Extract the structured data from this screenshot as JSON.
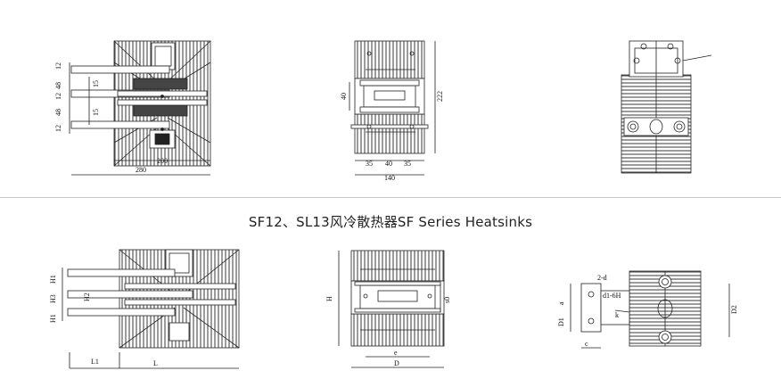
{
  "caption": "SF12、SL13风冷散热器SF Series Heatsinks",
  "top": {
    "front": {
      "dims": [
        "12",
        "48",
        "12",
        "48",
        "12",
        "15",
        "15",
        "200",
        "280"
      ]
    },
    "side": {
      "dims": [
        "40",
        "222",
        "35",
        "40",
        "35",
        "140"
      ]
    }
  },
  "bottom": {
    "front": {
      "dims": [
        "H1",
        "H3",
        "H1",
        "H2",
        "L1",
        "L"
      ]
    },
    "side": {
      "dims": [
        "H",
        "s0",
        "e",
        "D"
      ]
    },
    "top": {
      "dims": [
        "2-d",
        "d1-6H",
        "a",
        "D1",
        "c",
        "k",
        "D2"
      ]
    }
  }
}
